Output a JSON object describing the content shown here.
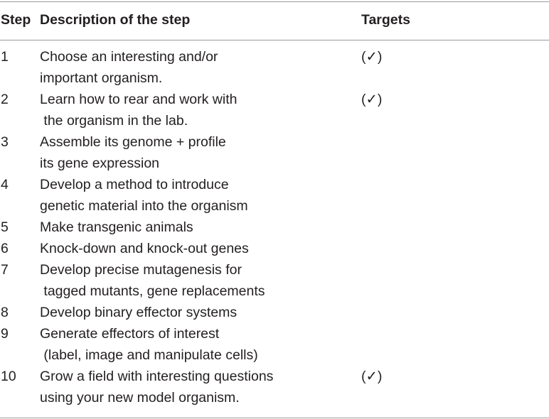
{
  "header": {
    "step": "Step",
    "description": "Description of the step",
    "targets": "Targets"
  },
  "rows": [
    {
      "step": "1",
      "lines": [
        "Choose an interesting and/or",
        "important organism."
      ],
      "target": "(✓)"
    },
    {
      "step": "2",
      "lines": [
        "Learn how to rear and work with",
        " the organism in the lab."
      ],
      "target": "(✓)"
    },
    {
      "step": "3",
      "lines": [
        "Assemble its genome + profile",
        "its gene expression"
      ],
      "target": ""
    },
    {
      "step": "4",
      "lines": [
        "Develop a method to introduce",
        "genetic material into the organism"
      ],
      "target": ""
    },
    {
      "step": "5",
      "lines": [
        "Make transgenic animals"
      ],
      "target": ""
    },
    {
      "step": "6",
      "lines": [
        "Knock-down and knock-out genes"
      ],
      "target": ""
    },
    {
      "step": "7",
      "lines": [
        "Develop precise mutagenesis for",
        " tagged mutants, gene replacements"
      ],
      "target": ""
    },
    {
      "step": "8",
      "lines": [
        "Develop binary effector systems"
      ],
      "target": ""
    },
    {
      "step": "9",
      "lines": [
        "Generate effectors of interest",
        " (label, image and manipulate cells)"
      ],
      "target": ""
    },
    {
      "step": "10",
      "lines": [
        "Grow a field with interesting questions",
        "using your new model organism."
      ],
      "target": "(✓)"
    }
  ]
}
